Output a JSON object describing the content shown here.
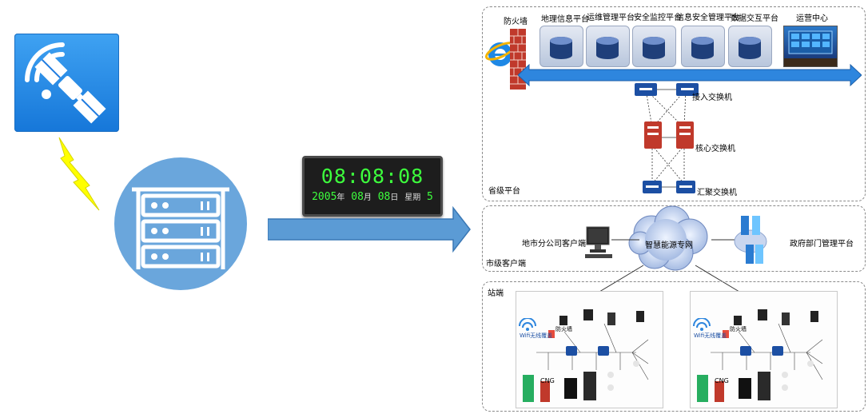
{
  "clock": {
    "time": "08:08:08",
    "year": "2005",
    "year_unit": "年",
    "month": "08",
    "month_unit": "月",
    "day": "08",
    "day_unit": "日",
    "weekday_label": "星期",
    "weekday": "5"
  },
  "province": {
    "label": "省级平台",
    "firewall": "防火墙",
    "platforms": [
      "地理信息平台",
      "运维管理平台",
      "安全监控平台",
      "信息安全管理平台",
      "数据交互平台"
    ],
    "ops_center": "运营中心",
    "access_switch": "接入交换机",
    "core_switch": "核心交换机",
    "aggregation_switch": "汇聚交换机"
  },
  "city": {
    "label": "市级客户端",
    "branch_client": "地市分公司客户端",
    "network": "智慧能源专网",
    "gov_platform": "政府部门管理平台"
  },
  "station": {
    "label": "站端",
    "wifi": "Wifi无线覆盖",
    "firewall": "防火墙",
    "cng": "CNG"
  },
  "colors": {
    "accent_blue": "#5b9bd5",
    "clock_digits": "#3dff3d",
    "firewall_red": "#c0392b"
  }
}
